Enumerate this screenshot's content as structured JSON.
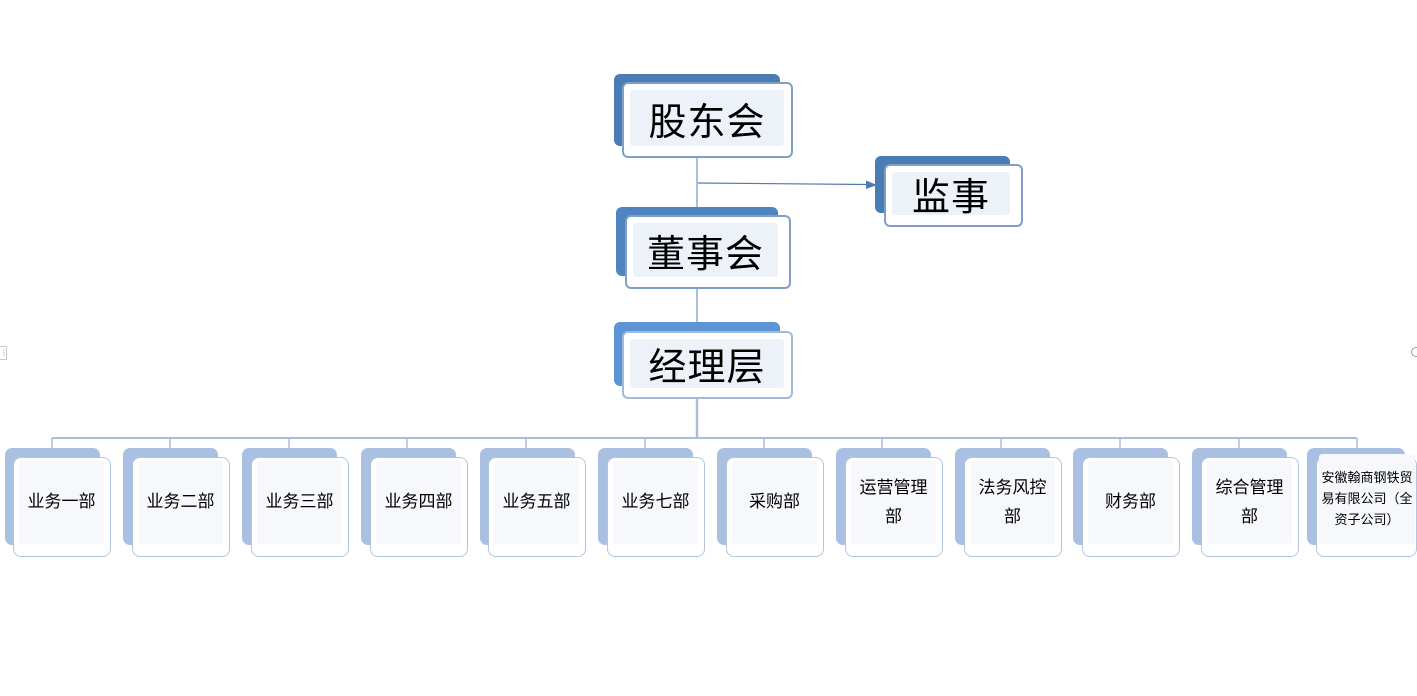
{
  "diagram": {
    "top_nodes": {
      "shareholders": "股东会",
      "supervisor": "监事",
      "board": "董事会",
      "management": "经理层"
    },
    "departments": [
      "业务一部",
      "业务二部",
      "业务三部",
      "业务四部",
      "业务五部",
      "业务七部",
      "采购部",
      "运营管理部",
      "法务风控部",
      "财务部",
      "综合管理部",
      "安徽翰商钢铁贸易有限公司（全资子公司）"
    ],
    "colors": {
      "node_back_dark": "#4a7db4",
      "node_back_light": "#a9c0e3",
      "node_border": "#7f9fc6",
      "connector": "#a8bedb",
      "arrow": "#4f79b4"
    }
  }
}
